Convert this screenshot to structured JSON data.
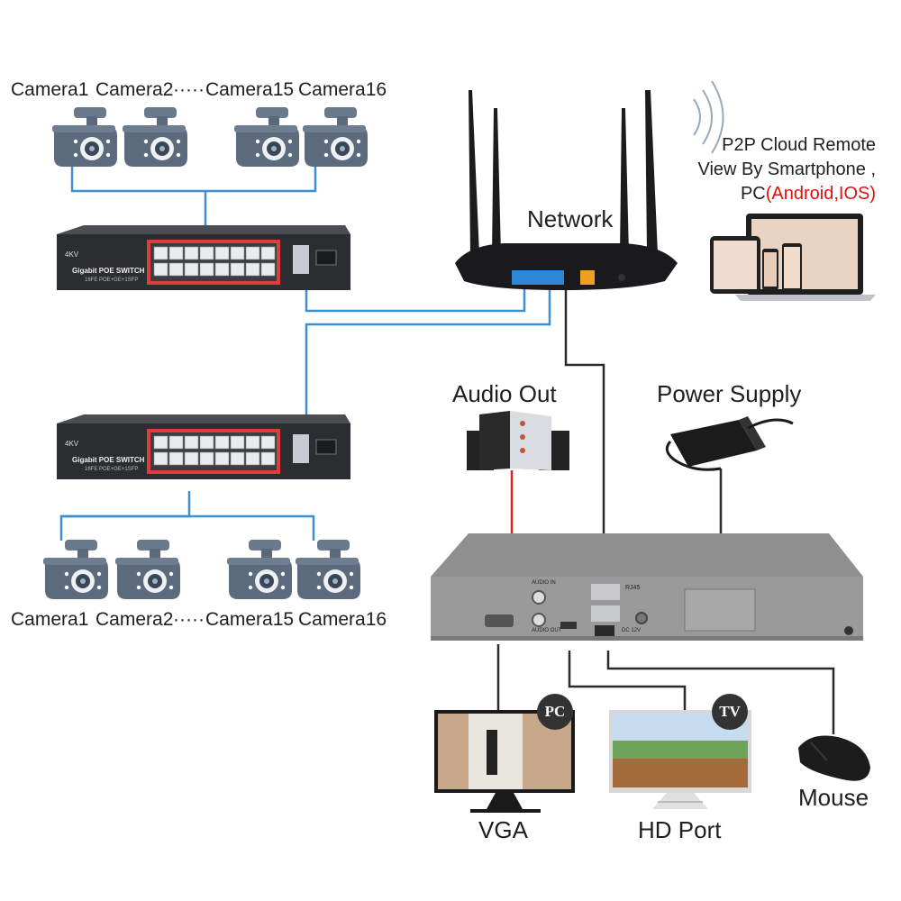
{
  "top_cameras": {
    "labels": [
      "Camera1",
      "Camera2",
      "Camera15",
      "Camera16"
    ],
    "ellipsis": "······"
  },
  "bottom_cameras": {
    "labels": [
      "Camera1",
      "Camera2",
      "Camera15",
      "Camera16"
    ],
    "ellipsis": "······"
  },
  "switch": {
    "brand": "4KV",
    "title": "Gigabit POE SWITCH",
    "spec": "16FE POE+GE+1SFP"
  },
  "network": {
    "label": "Network"
  },
  "p2p": {
    "line1": "P2P Cloud Remote",
    "line2": "View By Smartphone ,",
    "line3_prefix": "PC",
    "line3_highlight": "(Android,IOS)"
  },
  "audio_out": {
    "label": "Audio Out"
  },
  "power_supply": {
    "label": "Power Supply"
  },
  "nvr": {
    "rj45": "RJ45",
    "audio_in": "AUDIO IN",
    "audio_out": "AUDIO OUT",
    "dc": "DC 12V"
  },
  "outputs": {
    "vga_label": "VGA",
    "vga_badge": "PC",
    "hd_label": "HD Port",
    "hd_badge": "TV",
    "mouse_label": "Mouse"
  },
  "colors": {
    "ethernet": "#3d8fd1",
    "audio": "#e02424",
    "power": "#2a2a2a",
    "device": "#5b6b7d"
  }
}
